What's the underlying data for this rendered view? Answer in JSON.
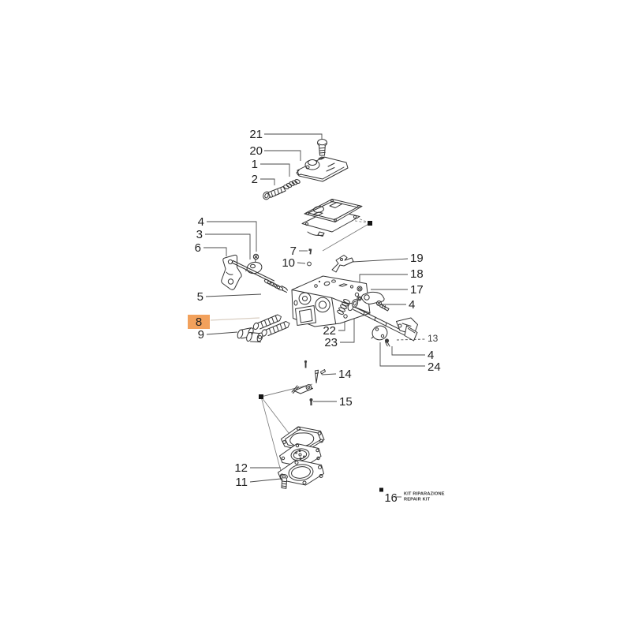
{
  "diagram": {
    "type": "exploded-parts-diagram",
    "labels": [
      "21",
      "20",
      "1",
      "2",
      "4",
      "3",
      "6",
      "5",
      "7",
      "10",
      "8",
      "9",
      "22",
      "23",
      "19",
      "18",
      "17",
      "4",
      "13",
      "4",
      "24",
      "14",
      "15",
      "12",
      "11",
      "16"
    ],
    "highlight": {
      "part": "8",
      "box_color": "#f2a15c",
      "text_color": "#a8500f"
    },
    "legend": {
      "line1": "KIT RIPARAZIONE",
      "line2": "REPAIR KIT"
    },
    "colors": {
      "ink": "#333333",
      "kit_marker": "#151515",
      "background": "#ffffff"
    }
  }
}
